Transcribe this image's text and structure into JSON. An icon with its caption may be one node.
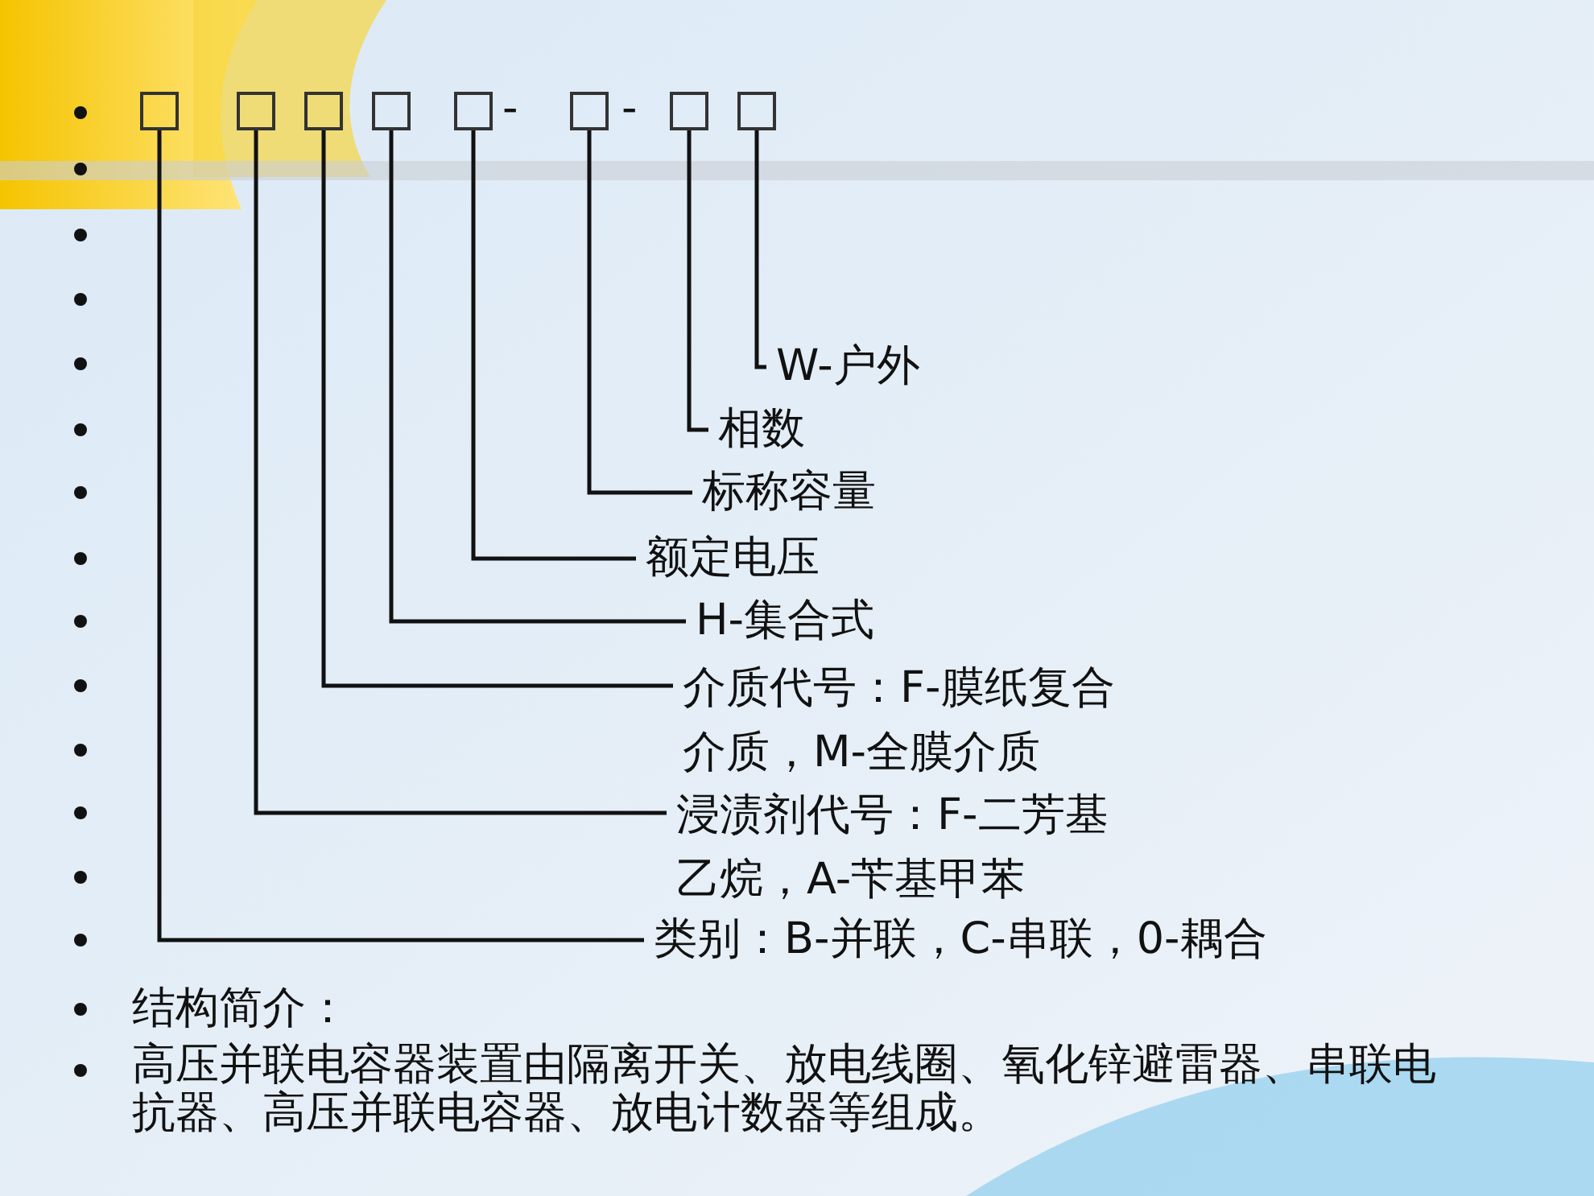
{
  "diagram": {
    "nodes": [
      {
        "text": [],
        "shape": "box"
      },
      {
        "text": [],
        "shape": "box"
      },
      {
        "text": [],
        "shape": "box"
      },
      {
        "text": [],
        "shape": "box"
      },
      {
        "text": [],
        "shape": "box"
      },
      {
        "text": [],
        "shape": "box"
      },
      {
        "text": [],
        "shape": "box"
      },
      {
        "text": [],
        "shape": "box"
      },
      {
        "text": [
          "W-户外"
        ]
      },
      {
        "text": [
          "相数"
        ]
      },
      {
        "text": [
          "标称容量"
        ]
      },
      {
        "text": [
          "额定电压"
        ]
      },
      {
        "text": [
          "H-集合式"
        ]
      },
      {
        "text": [
          "介质代号：F-膜纸复合介质，M-全膜介质"
        ]
      },
      {
        "text": [
          "浸渍剂代号：F-二芳基乙烷，A-苄基甲苯"
        ]
      },
      {
        "text": [
          "类别：B-并联，C-串联，0-耦合"
        ]
      }
    ],
    "edges": [
      {
        "from": 8,
        "to": 7,
        "arrow": "none"
      },
      {
        "from": 9,
        "to": 6,
        "arrow": "none"
      },
      {
        "from": 10,
        "to": 5,
        "arrow": "none"
      },
      {
        "from": 11,
        "to": 4,
        "arrow": "none"
      },
      {
        "from": 12,
        "to": 3,
        "arrow": "none"
      },
      {
        "from": 13,
        "to": 2,
        "arrow": "none"
      },
      {
        "from": 14,
        "to": 1,
        "arrow": "none"
      },
      {
        "from": 15,
        "to": 0,
        "arrow": "none"
      }
    ],
    "labels": [
      "-",
      "-",
      "结构简介：",
      "高压并联电容器装置由隔离开关、放电线圈、氧化锌避雷器、串联电抗器、高压并联电容器、放电计数器等组成。"
    ]
  }
}
